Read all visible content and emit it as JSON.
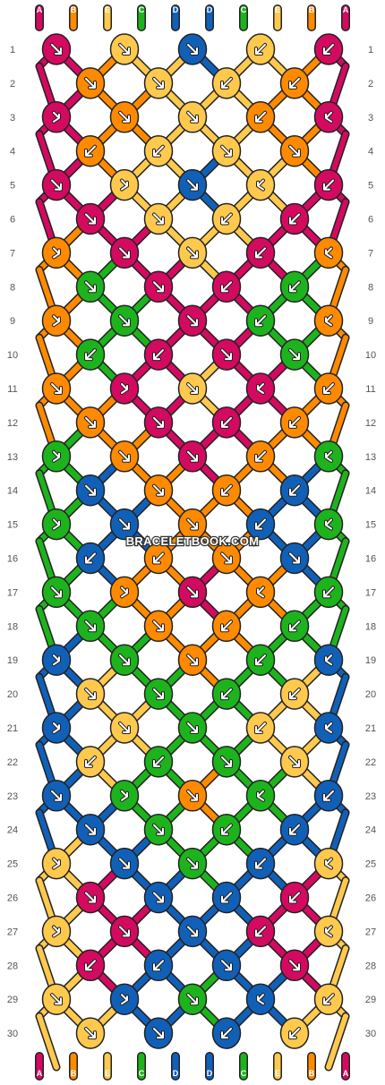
{
  "watermark": "BRACELETBOOK.COM",
  "colors": {
    "A": "#d30a60",
    "B": "#ff8a00",
    "C": "#1db31d",
    "D": "#1160b8",
    "E": "#ffc94d"
  },
  "strands_top": [
    "A",
    "B",
    "E",
    "C",
    "D",
    "D",
    "C",
    "E",
    "B",
    "A"
  ],
  "strands_bottom": [
    "A",
    "B",
    "E",
    "C",
    "D",
    "D",
    "C",
    "E",
    "B",
    "A"
  ],
  "row_numbers": [
    "1",
    "2",
    "3",
    "4",
    "5",
    "6",
    "7",
    "8",
    "9",
    "10",
    "11",
    "12",
    "13",
    "14",
    "15",
    "16",
    "17",
    "18",
    "19",
    "20",
    "21",
    "22",
    "23",
    "24",
    "25",
    "26",
    "27",
    "28",
    "29",
    "30"
  ],
  "knots": [
    [
      [
        "A",
        "se"
      ],
      [
        "E",
        "se"
      ],
      [
        "D",
        "se"
      ],
      [
        "E",
        "sw"
      ],
      [
        "A",
        "sw"
      ]
    ],
    [
      [
        "B",
        "se"
      ],
      [
        "E",
        "se"
      ],
      [
        "E",
        "sw"
      ],
      [
        "B",
        "sw"
      ]
    ],
    [
      [
        "A",
        "l"
      ],
      [
        "B",
        "se"
      ],
      [
        "E",
        "se"
      ],
      [
        "B",
        "sw"
      ],
      [
        "A",
        "r"
      ]
    ],
    [
      [
        "B",
        "sw"
      ],
      [
        "E",
        "sw"
      ],
      [
        "E",
        "se"
      ],
      [
        "B",
        "se"
      ]
    ],
    [
      [
        "A",
        "se"
      ],
      [
        "E",
        "l"
      ],
      [
        "D",
        "se"
      ],
      [
        "E",
        "r"
      ],
      [
        "A",
        "sw"
      ]
    ],
    [
      [
        "A",
        "se"
      ],
      [
        "E",
        "se"
      ],
      [
        "E",
        "sw"
      ],
      [
        "A",
        "sw"
      ]
    ],
    [
      [
        "B",
        "l"
      ],
      [
        "A",
        "se"
      ],
      [
        "E",
        "se"
      ],
      [
        "A",
        "sw"
      ],
      [
        "B",
        "r"
      ]
    ],
    [
      [
        "C",
        "se"
      ],
      [
        "A",
        "se"
      ],
      [
        "A",
        "sw"
      ],
      [
        "C",
        "sw"
      ]
    ],
    [
      [
        "B",
        "l"
      ],
      [
        "C",
        "se"
      ],
      [
        "A",
        "se"
      ],
      [
        "C",
        "sw"
      ],
      [
        "B",
        "r"
      ]
    ],
    [
      [
        "C",
        "sw"
      ],
      [
        "A",
        "sw"
      ],
      [
        "A",
        "se"
      ],
      [
        "C",
        "se"
      ]
    ],
    [
      [
        "B",
        "se"
      ],
      [
        "A",
        "l"
      ],
      [
        "E",
        "se"
      ],
      [
        "A",
        "r"
      ],
      [
        "B",
        "sw"
      ]
    ],
    [
      [
        "B",
        "se"
      ],
      [
        "A",
        "se"
      ],
      [
        "A",
        "sw"
      ],
      [
        "B",
        "sw"
      ]
    ],
    [
      [
        "C",
        "l"
      ],
      [
        "B",
        "se"
      ],
      [
        "A",
        "se"
      ],
      [
        "B",
        "sw"
      ],
      [
        "C",
        "r"
      ]
    ],
    [
      [
        "D",
        "se"
      ],
      [
        "B",
        "se"
      ],
      [
        "B",
        "sw"
      ],
      [
        "D",
        "sw"
      ]
    ],
    [
      [
        "C",
        "l"
      ],
      [
        "D",
        "se"
      ],
      [
        "B",
        "se"
      ],
      [
        "D",
        "sw"
      ],
      [
        "C",
        "r"
      ]
    ],
    [
      [
        "D",
        "sw"
      ],
      [
        "B",
        "sw"
      ],
      [
        "B",
        "se"
      ],
      [
        "D",
        "se"
      ]
    ],
    [
      [
        "C",
        "se"
      ],
      [
        "B",
        "l"
      ],
      [
        "A",
        "se"
      ],
      [
        "B",
        "r"
      ],
      [
        "C",
        "sw"
      ]
    ],
    [
      [
        "C",
        "se"
      ],
      [
        "B",
        "se"
      ],
      [
        "B",
        "sw"
      ],
      [
        "C",
        "sw"
      ]
    ],
    [
      [
        "D",
        "l"
      ],
      [
        "C",
        "se"
      ],
      [
        "B",
        "se"
      ],
      [
        "C",
        "sw"
      ],
      [
        "D",
        "r"
      ]
    ],
    [
      [
        "E",
        "se"
      ],
      [
        "C",
        "se"
      ],
      [
        "C",
        "sw"
      ],
      [
        "E",
        "sw"
      ]
    ],
    [
      [
        "D",
        "l"
      ],
      [
        "E",
        "se"
      ],
      [
        "C",
        "se"
      ],
      [
        "E",
        "sw"
      ],
      [
        "D",
        "r"
      ]
    ],
    [
      [
        "E",
        "sw"
      ],
      [
        "C",
        "sw"
      ],
      [
        "C",
        "se"
      ],
      [
        "E",
        "se"
      ]
    ],
    [
      [
        "D",
        "se"
      ],
      [
        "C",
        "l"
      ],
      [
        "B",
        "se"
      ],
      [
        "C",
        "r"
      ],
      [
        "D",
        "sw"
      ]
    ],
    [
      [
        "D",
        "se"
      ],
      [
        "C",
        "se"
      ],
      [
        "C",
        "sw"
      ],
      [
        "D",
        "sw"
      ]
    ],
    [
      [
        "E",
        "l"
      ],
      [
        "D",
        "se"
      ],
      [
        "C",
        "se"
      ],
      [
        "D",
        "sw"
      ],
      [
        "E",
        "r"
      ]
    ],
    [
      [
        "A",
        "se"
      ],
      [
        "D",
        "se"
      ],
      [
        "D",
        "sw"
      ],
      [
        "A",
        "sw"
      ]
    ],
    [
      [
        "E",
        "l"
      ],
      [
        "A",
        "se"
      ],
      [
        "D",
        "se"
      ],
      [
        "A",
        "sw"
      ],
      [
        "E",
        "r"
      ]
    ],
    [
      [
        "A",
        "sw"
      ],
      [
        "D",
        "sw"
      ],
      [
        "D",
        "se"
      ],
      [
        "A",
        "se"
      ]
    ],
    [
      [
        "E",
        "se"
      ],
      [
        "D",
        "l"
      ],
      [
        "C",
        "se"
      ],
      [
        "D",
        "r"
      ],
      [
        "E",
        "sw"
      ]
    ],
    [
      [
        "E",
        "se"
      ],
      [
        "D",
        "se"
      ],
      [
        "D",
        "sw"
      ],
      [
        "E",
        "sw"
      ]
    ]
  ]
}
